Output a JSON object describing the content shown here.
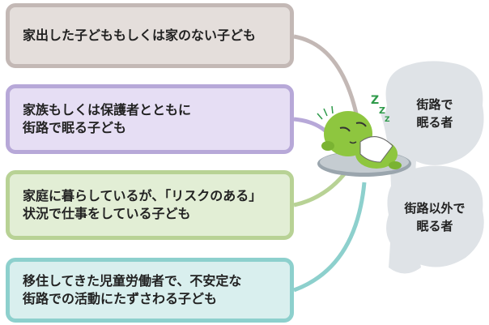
{
  "categories": [
    {
      "text": "家出した子どももしくは家のない子ども"
    },
    {
      "text": "家族もしくは保護者とともに\n街路で眠る子ども"
    },
    {
      "text": "家庭に暮らしているが、「リスクのある」\n状況で仕事をしている子ども"
    },
    {
      "text": "移住してきた児童労働者で、不安定な\n街路での活動にたずさわる子ども"
    }
  ],
  "bubbles": [
    {
      "text": "街路で\n眠る者"
    },
    {
      "text": "街路以外で\n眠る者"
    }
  ],
  "colors": {
    "box1_border": "#c3b8b5",
    "box1_fill": "#e4dedb",
    "box2_border": "#b7a8d8",
    "box2_fill": "#e6def4",
    "box3_border": "#b8d295",
    "box3_fill": "#e2eed5",
    "box4_border": "#8dd0cd",
    "box4_fill": "#d9efee",
    "bubble_fill": "#dfe3e7",
    "character": "#8ec63f"
  },
  "icons": {
    "sleep_mark": "zzz-icon",
    "character": "sleeping-character-icon"
  }
}
